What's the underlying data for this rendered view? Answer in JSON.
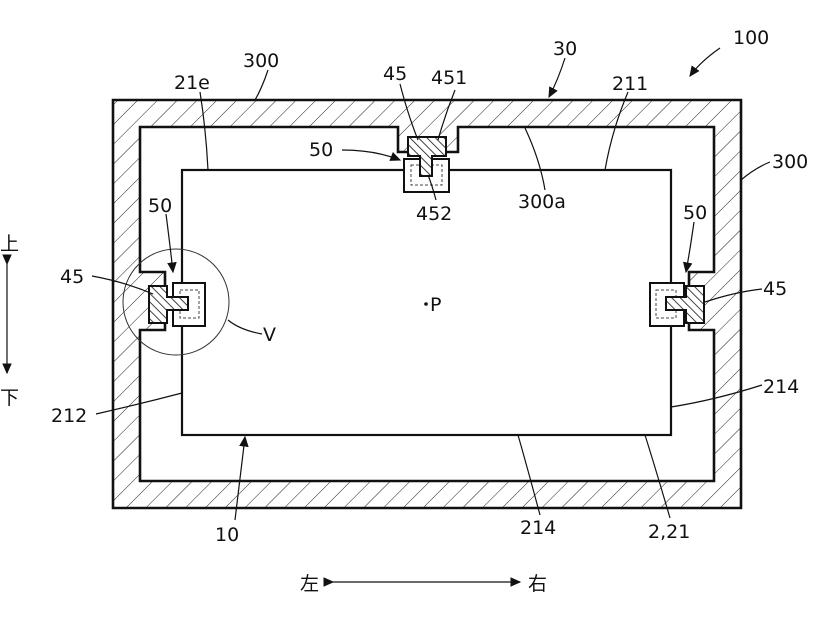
{
  "labels": {
    "assembly": "100",
    "frame_top": "300",
    "frame_right": "300",
    "frame_group": "30",
    "frame_inner_edge": "300a",
    "edge_21e": "21e",
    "top_side": "211",
    "left_side": "212",
    "right_side": "214",
    "bottom_side": "214",
    "panel_ref": "2,21",
    "panel": "10",
    "holder_top": "45",
    "holder_top_part1": "451",
    "holder_top_part2": "452",
    "clip_top": "50",
    "clip_left": "50",
    "clip_right": "50",
    "holder_left": "45",
    "holder_right": "45",
    "detail_view": "V",
    "center_point": "P"
  },
  "directions": {
    "up": "上",
    "down": "下",
    "left": "左",
    "right": "右"
  }
}
